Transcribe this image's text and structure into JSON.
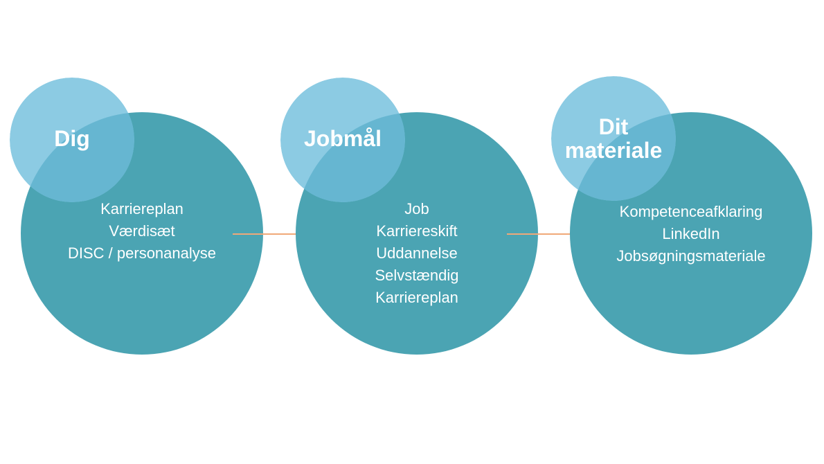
{
  "colors": {
    "big_circle": "#4ba4b3",
    "small_circle": "#8ccbe3",
    "overlap": "#66b6d1",
    "arrow": "#f0a878",
    "text": "#ffffff"
  },
  "stages": [
    {
      "title_lines": [
        "Dig"
      ],
      "items": [
        "Karriereplan",
        "Værdisæt",
        "DISC / personanalyse"
      ]
    },
    {
      "title_lines": [
        "Jobmål"
      ],
      "items": [
        "Job",
        "Karriereskift",
        "Uddannelse",
        "Selvstændig",
        "Karriereplan"
      ]
    },
    {
      "title_lines": [
        "Dit",
        "materiale"
      ],
      "items": [
        "Kompetenceafklaring",
        "LinkedIn",
        "Jobsøgningsmateriale"
      ]
    }
  ]
}
